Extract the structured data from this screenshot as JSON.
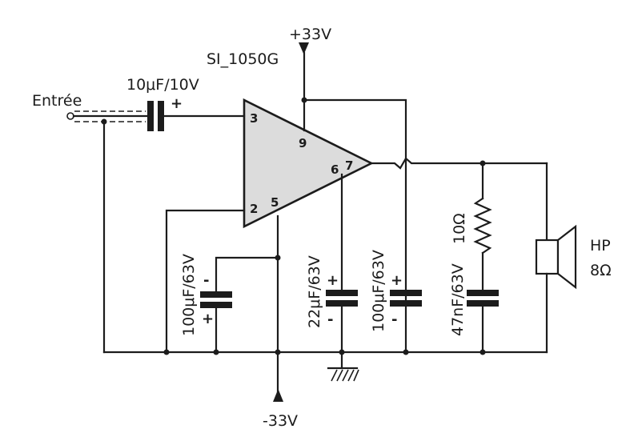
{
  "amplifier": {
    "part": "SI_1050G",
    "pins": {
      "p2": "2",
      "p3": "3",
      "p5": "5",
      "p6": "6",
      "p7": "7",
      "p9": "9"
    }
  },
  "supply": {
    "positive": "+33V",
    "negative": "-33V"
  },
  "input": {
    "label": "Entrée",
    "capacitor": "10μF/10V",
    "polarity": "+"
  },
  "capacitors": {
    "c_fb": {
      "value": "100μF/63V",
      "top_sign": "-",
      "bottom_sign": "+"
    },
    "c_22": {
      "value": "22μF/63V",
      "top_sign": "+",
      "bottom_sign": "-"
    },
    "c_100": {
      "value": "100μF/63V",
      "top_sign": "+",
      "bottom_sign": "-"
    },
    "c_47n": {
      "value": "47nF/63V"
    }
  },
  "resistor": {
    "value": "10Ω"
  },
  "speaker": {
    "label": "HP",
    "impedance": "8Ω"
  },
  "colors": {
    "ink": "#1c1c1c",
    "ic_fill": "#dcdcdc",
    "paper": "#ffffff"
  }
}
